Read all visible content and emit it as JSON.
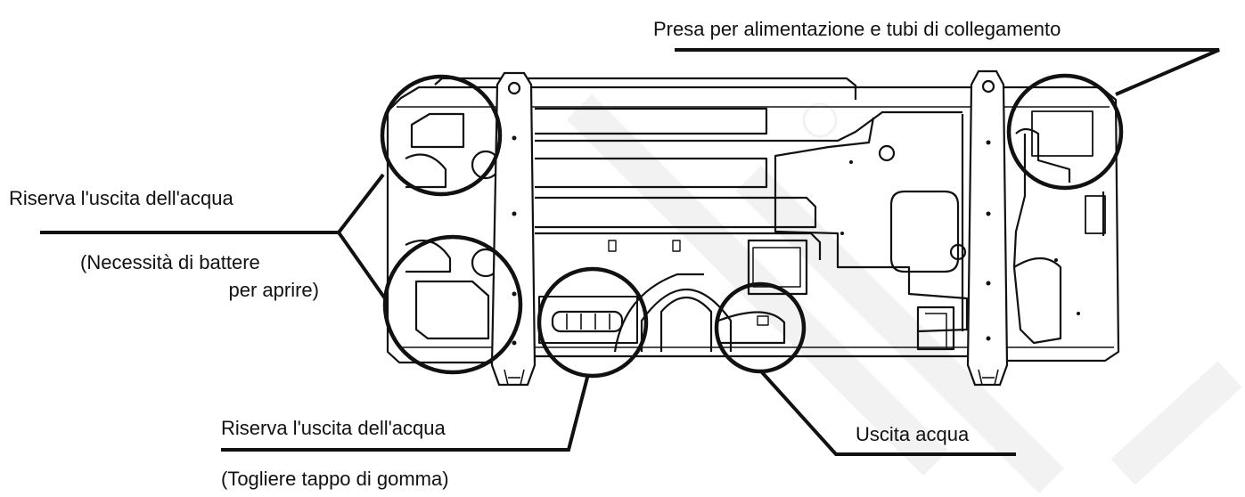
{
  "labels": {
    "power_socket": "Presa per alimentazione e tubi di collegamento",
    "reserve_outlet_left": "Riserva l'uscita dell'acqua",
    "reserve_outlet_left_note_1": "(Necessità di battere",
    "reserve_outlet_left_note_2": "per aprire)",
    "reserve_outlet_bottom": "Riserva l'uscita dell'acqua",
    "reserve_outlet_bottom_note": "(Togliere tappo di gomma)",
    "water_outlet": "Uscita acqua"
  },
  "colors": {
    "line": "#111111",
    "watermark": "#f2f2f2"
  }
}
